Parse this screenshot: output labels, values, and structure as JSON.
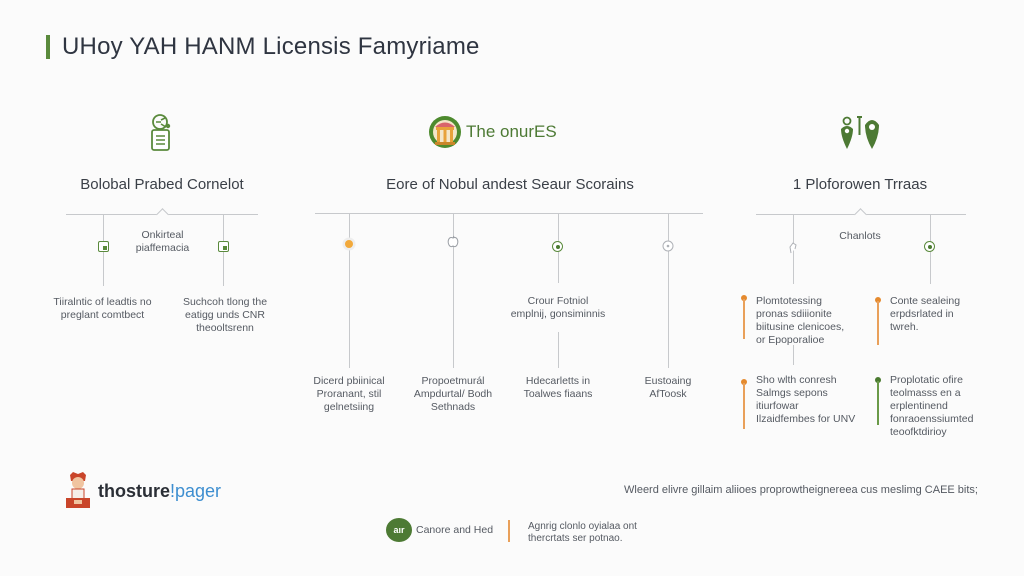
{
  "page": {
    "title": "UHoy YAH HANM Licensis Famyriame",
    "accent_color": "#5a8a3c",
    "secondary_color": "#e58a2e"
  },
  "left_section": {
    "icon": "document-gear-icon",
    "heading": "Bolobal Prabed Cornelot",
    "center_label": "Onkirteal piaffemacia",
    "branches": [
      {
        "icon": "card-icon",
        "text": "Tiiralntic of leadtis no preglant comtbect"
      },
      {
        "icon": "window-icon",
        "text": "Suchcoh tlong the eatigg unds CNR theooltsrenn"
      }
    ]
  },
  "middle_section": {
    "brand_icon": "temple-gear-icon",
    "brand_text": "The onurES",
    "heading": "Eore of Nobul andest Seaur Scorains",
    "branches": [
      {
        "icon": "sun-icon",
        "mid_text": "",
        "text": "Dicerd pbiinical Proranant, stil gelnetsiing"
      },
      {
        "icon": "apple-icon",
        "mid_text": "",
        "text": "Propoetmurál Ampdurtal/ Bodh Sethnads"
      },
      {
        "icon": "target-dot-icon",
        "mid_text": "Crour Fotniol emplnij, gonsiminnis",
        "text": "Hdecarletts in Toalwes fiaans"
      },
      {
        "icon": "gear-outline-icon",
        "mid_text": "",
        "text": "Eustoaing AfToosk"
      }
    ]
  },
  "right_section": {
    "icon": "location-pins-icon",
    "heading": "1 Ploforowen Trraas",
    "center_label": "Chanlots",
    "items": [
      {
        "color": "orange",
        "text": "Plomtotessing pronas sdiiionite biitusine clenicoes, or Epoporalioe"
      },
      {
        "color": "orange",
        "text": "Conte sealeing erpdsrlated in twreh."
      },
      {
        "color": "orange",
        "text": "Sho wlth conresh Salmgs sepons itiurfowar Ilzaidfembes for UNV"
      },
      {
        "color": "green",
        "text": "Proplotatic ofire teolmasss en a erplentinend fonraoenssiumted teoofktdirioy"
      }
    ]
  },
  "footer": {
    "logo_text_main": "thosture",
    "logo_text_accent": "!pager",
    "note": "Wleerd elivre gillaim aliioes proprowtheignereea cus meslimg CAEE bits;",
    "legend_badge": "aır",
    "legend_label": "Canore and Hed",
    "legend_note": "Agnrig clonlo oyialaa ont thercrtats ser potnao."
  }
}
